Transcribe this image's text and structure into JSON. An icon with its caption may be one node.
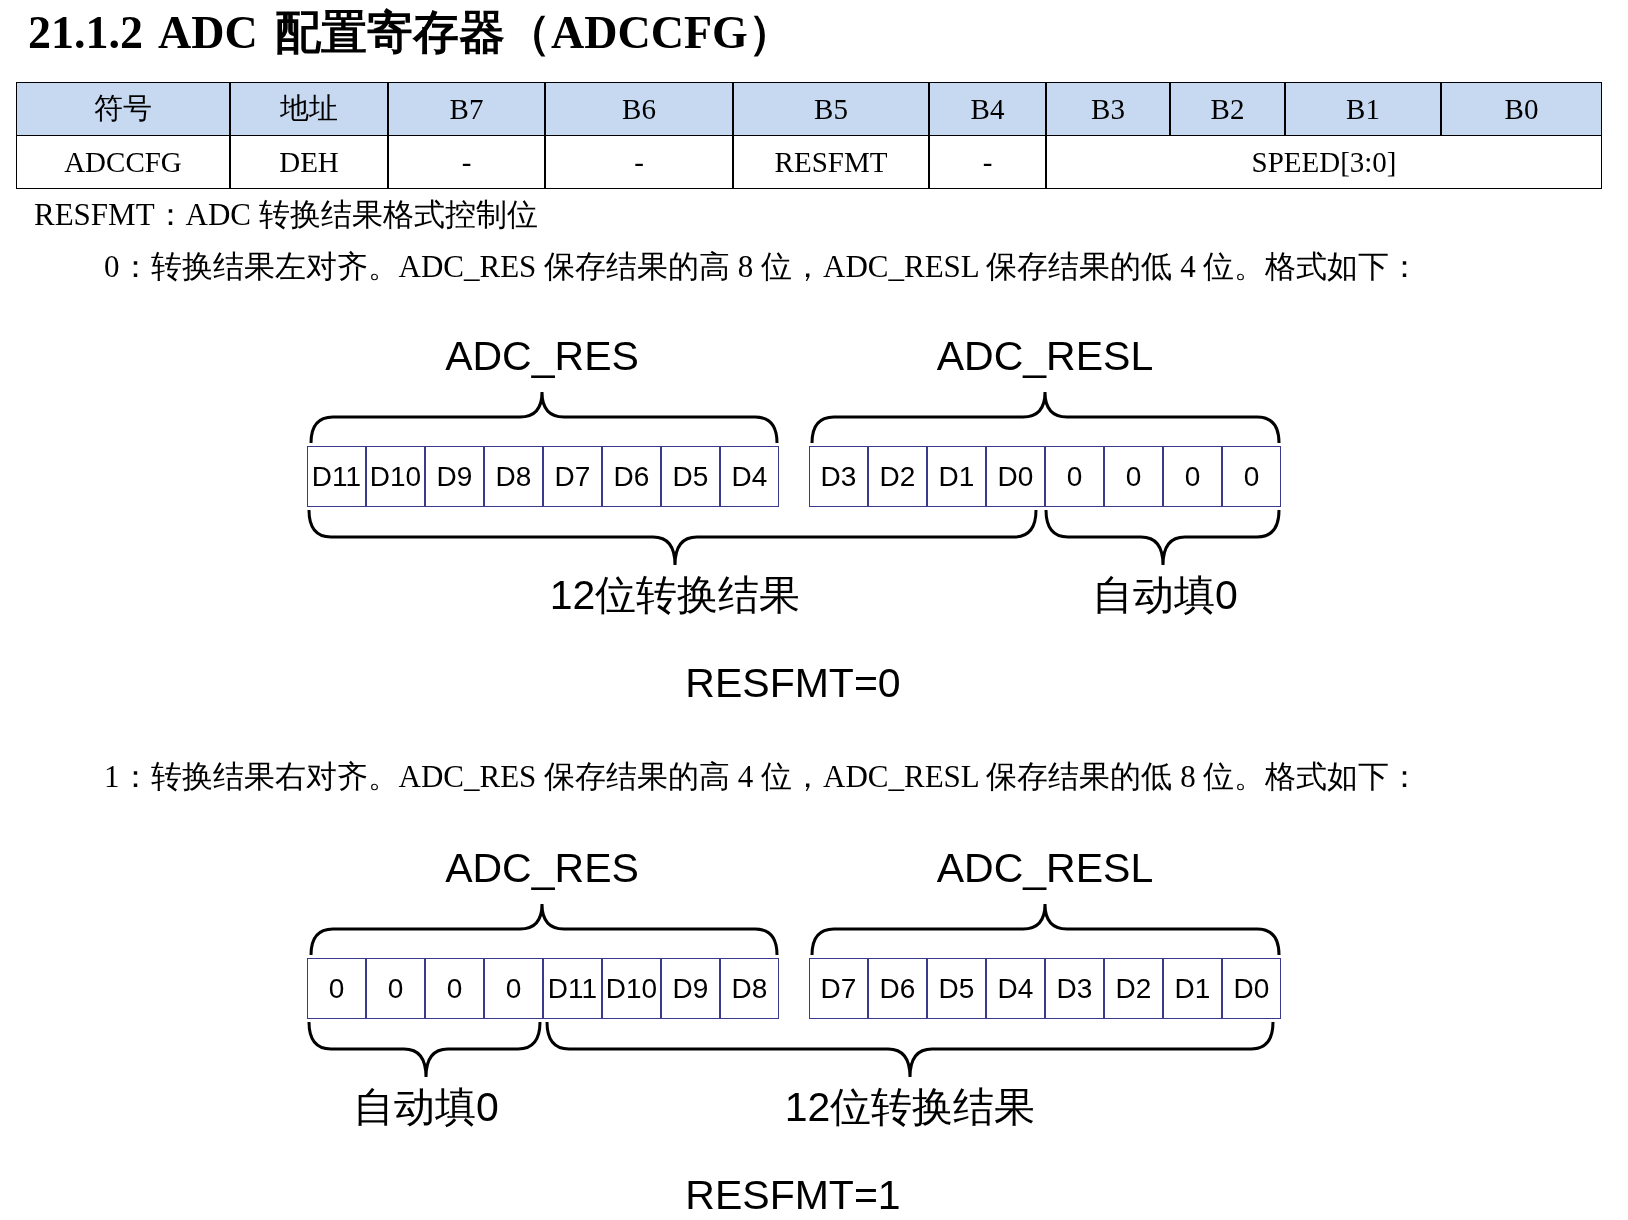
{
  "diagram": {
    "title": "21.1.2 ADC 配置寄存器（ADCCFG）",
    "labels": [
      "符号",
      "地址",
      "B7",
      "B6",
      "B5",
      "B4",
      "B3",
      "B2",
      "B1",
      "B0",
      "ADCCFG",
      "DEH",
      "-",
      "-",
      "RESFMT",
      "-",
      "SPEED[3:0]",
      "RESFMT：ADC 转换结果格式控制位",
      "0：转换结果左对齐。ADC_RES 保存结果的高 8 位，ADC_RESL 保存结果的低 4 位。格式如下：",
      "ADC_RES",
      "ADC_RESL",
      "D11",
      "D10",
      "D9",
      "D8",
      "D7",
      "D6",
      "D5",
      "D4",
      "D3",
      "D2",
      "D1",
      "D0",
      "0",
      "0",
      "0",
      "0",
      "12位转换结果",
      "自动填0",
      "RESFMT=0",
      "1：转换结果右对齐。ADC_RES 保存结果的高 4 位，ADC_RESL 保存结果的低 8 位。格式如下：",
      "ADC_RES",
      "ADC_RESL",
      "0",
      "0",
      "0",
      "0",
      "D11",
      "D10",
      "D9",
      "D8",
      "D7",
      "D6",
      "D5",
      "D4",
      "D3",
      "D2",
      "D1",
      "D0",
      "自动填0",
      "12位转换结果",
      "RESFMT=1"
    ]
  }
}
